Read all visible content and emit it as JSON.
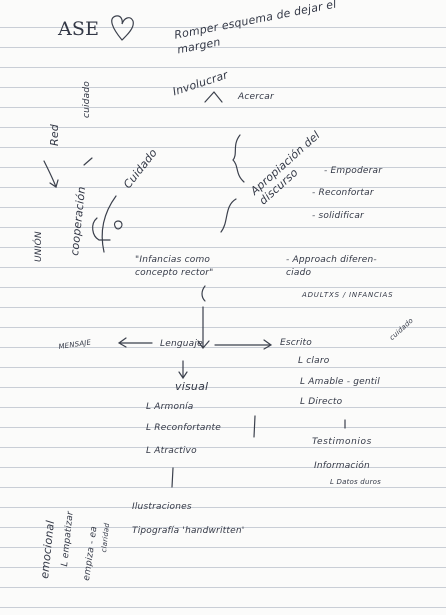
{
  "notes": {
    "title": "ASE",
    "top_note": "Romper esquema de dejar el margen",
    "involucrar": "Involucrar",
    "acercar": "Acercar",
    "red": "Red",
    "cuidado": "Cuidado",
    "cuidado2": "cuidado",
    "apropiacion": "Apropiación del discurso",
    "empoderar": "- Empoderar",
    "reconfortar": "- Reconfortar",
    "solidificar": "- solidificar",
    "union": "UNIÓN",
    "cooperacion": "cooperación",
    "infancias": "\"Infancias como concepto rector\"",
    "approach": "- Approach diferen- ciado",
    "adultxs": "ADULTXS / INFANCIAS",
    "mensaje": "MENSAJE",
    "lenguaje": "Lenguaje",
    "escrito": "Escrito",
    "claro": "L claro",
    "amable": "L Amable - gentil",
    "directo": "L Directo",
    "visual": "visual",
    "armonia": "L Armonía",
    "reconfortante": "L Reconfortante",
    "atractivo": "L Atractivo",
    "testimonios": "Testimonios",
    "informacion": "Información",
    "datos_duros": "L Datos duros",
    "ilustraciones": "Ilustraciones",
    "tipografia": "Tipografía 'handwritten'",
    "emocional": "emocional",
    "empatia": "L empatizar",
    "empiza": "empiza - ea",
    "claridad": "claridad"
  }
}
